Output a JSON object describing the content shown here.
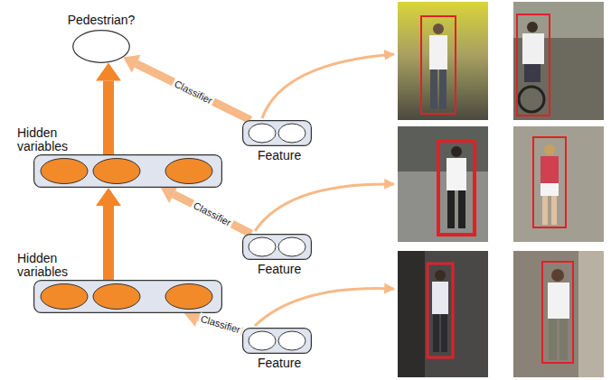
{
  "diagram": {
    "nodes": [
      {
        "text": [
          "Pedestrian?"
        ]
      },
      {
        "text": [
          "Feature"
        ]
      },
      {
        "text": [
          "Hidden variables"
        ]
      },
      {
        "text": [
          "Feature"
        ]
      },
      {
        "text": [
          "Hidden variables"
        ]
      },
      {
        "text": [
          "Feature"
        ]
      }
    ],
    "edges": [
      {
        "from": 2,
        "to": 0,
        "arrow": "to"
      },
      {
        "from": 4,
        "to": 2,
        "arrow": "to"
      },
      {
        "from": 1,
        "to": 0,
        "arrow": "to",
        "label": "Classifier"
      },
      {
        "from": 3,
        "to": 2,
        "arrow": "to",
        "label": "Classifier"
      },
      {
        "from": 5,
        "to": 4,
        "arrow": "to",
        "label": "Classifier"
      }
    ]
  }
}
